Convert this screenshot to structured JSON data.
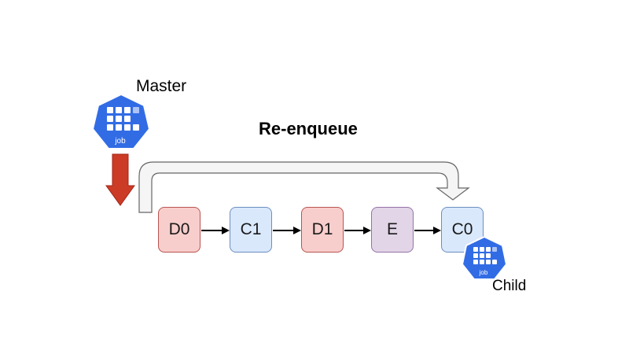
{
  "labels": {
    "master": "Master",
    "child": "Child",
    "title": "Re-enqueue"
  },
  "job_icon_text": "job",
  "nodes": [
    {
      "id": "D0",
      "label": "D0",
      "fill": "#f8cecc",
      "stroke": "#b85450"
    },
    {
      "id": "C1",
      "label": "C1",
      "fill": "#dae8fc",
      "stroke": "#6c8ebf"
    },
    {
      "id": "D1",
      "label": "D1",
      "fill": "#f8cecc",
      "stroke": "#b85450"
    },
    {
      "id": "E",
      "label": "E",
      "fill": "#e1d5e7",
      "stroke": "#9673a6"
    },
    {
      "id": "C0",
      "label": "C0",
      "fill": "#dae8fc",
      "stroke": "#6c8ebf"
    }
  ],
  "colors": {
    "job_icon_blue": "#326ce5",
    "down_arrow": "#cc3b25",
    "down_arrow_stroke": "#a3261a",
    "reenqueue_arrow_fill": "#f5f5f5",
    "reenqueue_arrow_stroke": "#666666",
    "connector": "#000000"
  },
  "icons": [
    "kubernetes-job-icon-master",
    "kubernetes-job-icon-child"
  ]
}
